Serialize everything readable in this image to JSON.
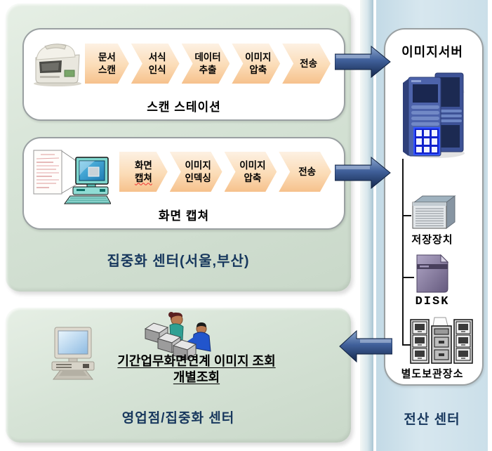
{
  "colors": {
    "panel_green": "#d6e3d6",
    "right_column_blue": "#cfe1ea",
    "chevron_peach_top": "#fdf1e3",
    "chevron_peach_bottom": "#f6c18c",
    "flow_arrow_navy": "#1d3765",
    "section_label_navy": "#17375d"
  },
  "top_panel": {
    "label": "집중화 센터(서울,부산)",
    "scan_station": {
      "title": "스캔 스테이션",
      "icon": "scanner-icon",
      "steps": [
        {
          "line1": "문서",
          "line2": "스캔"
        },
        {
          "line1": "서식",
          "line2": "인식"
        },
        {
          "line1": "데이터",
          "line2": "추출"
        },
        {
          "line1": "이미지",
          "line2": "압축"
        },
        {
          "line1": "전송",
          "line2": ""
        }
      ]
    },
    "screen_capture": {
      "title": "화면 캡쳐",
      "icon": "document-computer-icon",
      "steps": [
        {
          "line1": "화면",
          "line2": "캡쳐",
          "spellcheck_underline": true
        },
        {
          "line1": "이미지",
          "line2": "인덱싱"
        },
        {
          "line1": "이미지",
          "line2": "압축"
        },
        {
          "line1": "전송",
          "line2": ""
        }
      ]
    }
  },
  "bottom_panel": {
    "label": "영업점/집중화 센터",
    "icons": [
      "desktop-computer-icon",
      "operators-icon"
    ],
    "query_line1": "기간업무화면연계 이미지 조회",
    "query_line2": "개별조회"
  },
  "right_column": {
    "label": "전산 센터",
    "server_box": {
      "title": "이미지서버",
      "icon": "server-towers-icon",
      "devices": [
        {
          "label": "저장장치",
          "icon": "storage-unit-icon"
        },
        {
          "label": "DISK",
          "icon": "disk-icon"
        },
        {
          "label": "별도보관장소",
          "icon": "archive-cabinets-icon"
        }
      ]
    }
  },
  "arrows": [
    "flow-arrow-right-scan",
    "flow-arrow-right-capture",
    "flow-arrow-left-retrieve"
  ]
}
